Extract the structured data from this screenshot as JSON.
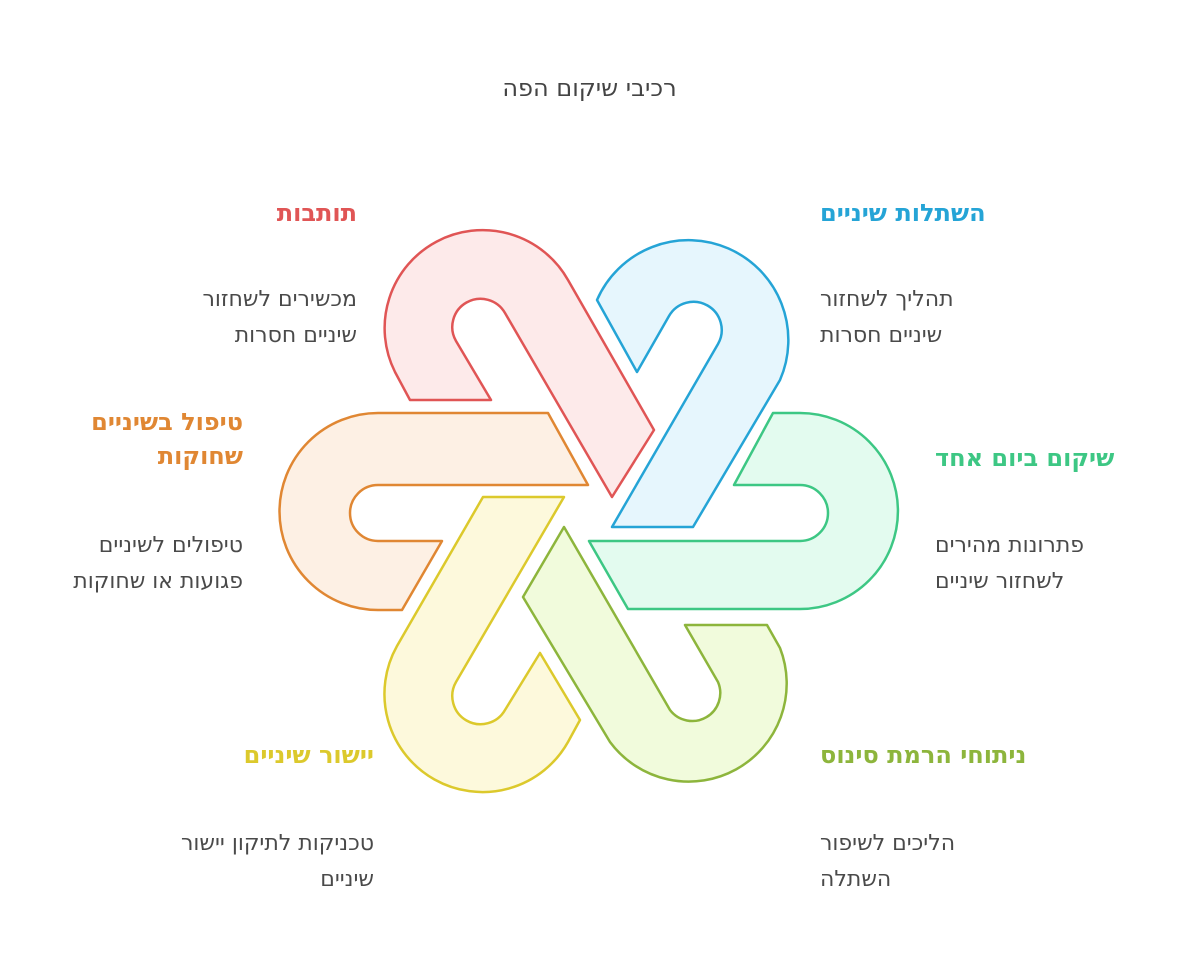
{
  "title": "רכיבי שיקום הפה",
  "items": [
    {
      "label": "תותבות",
      "label2": "",
      "desc1": "מכשירים לשחזור",
      "desc2": "שיניים חסרות",
      "color": "#e05555",
      "fill": "#fdeaea"
    },
    {
      "label": "השתלות שיניים",
      "label2": "",
      "desc1": "תהליך לשחזור",
      "desc2": "שיניים חסרות",
      "color": "#25a4d6",
      "fill": "#e6f6fd"
    },
    {
      "label": "שיקום ביום אחד",
      "label2": "",
      "desc1": "פתרונות מהירים",
      "desc2": "לשחזור שיניים",
      "color": "#3dc784",
      "fill": "#e3fbef"
    },
    {
      "label": "ניתוחי הרמת סינוס",
      "label2": "",
      "desc1": "הליכים לשיפור",
      "desc2": "השתלה",
      "color": "#8db53c",
      "fill": "#f1fbdc"
    },
    {
      "label": "יישור שיניים",
      "label2": "",
      "desc1": "טכניקות לתיקון יישור",
      "desc2": "שיניים",
      "color": "#dcc92c",
      "fill": "#fdf9dc"
    },
    {
      "label": "טיפול בשיניים",
      "label2": "שחוקות",
      "desc1": "טיפולים לשיניים",
      "desc2": "פגועות או שחוקות",
      "color": "#e08733",
      "fill": "#fdf0e4"
    }
  ]
}
